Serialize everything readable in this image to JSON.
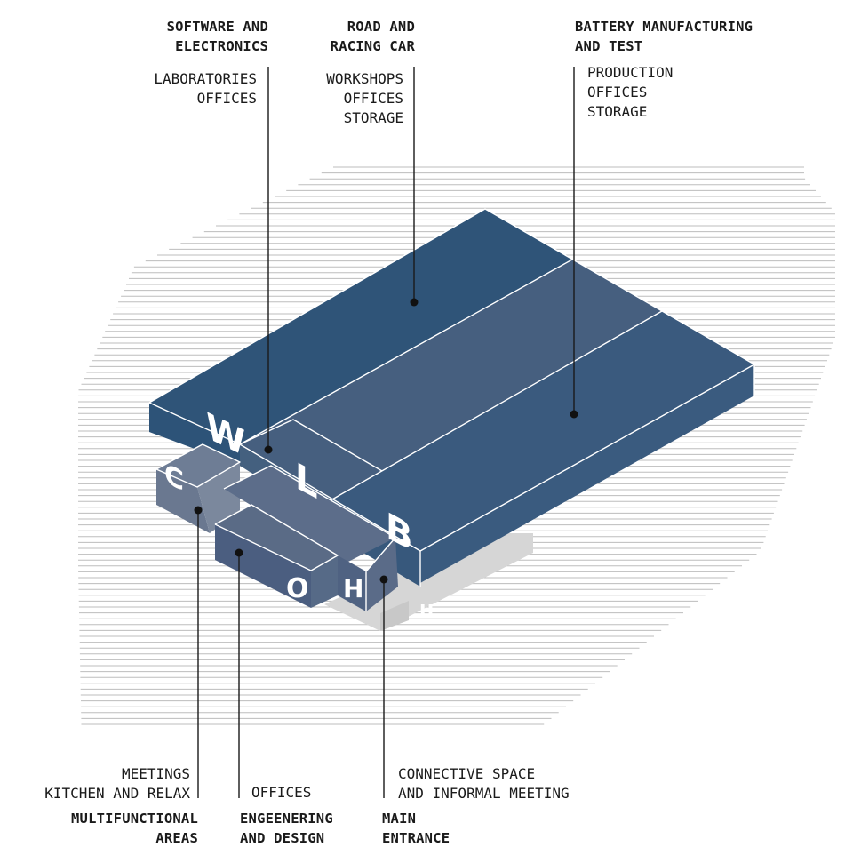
{
  "blocks": {
    "w": {
      "letter": "W",
      "top": "#2f5478",
      "front": "#2d5378",
      "side": "#2b4f73"
    },
    "l": {
      "letter": "L",
      "top": "#465f7f",
      "front": "#44607f"
    },
    "b": {
      "letter": "B",
      "top": "#3a5a7e",
      "front": "#37587c",
      "side": "#3a5b7f"
    },
    "c": {
      "letter": "C",
      "top": "#6e7d95",
      "front": "#6a7890",
      "side": "#7b889d"
    },
    "h": {
      "letter": "H",
      "top": "#5c6d8a",
      "front": "#4f6282",
      "side": "#5a6b88"
    },
    "o": {
      "letter": "O",
      "top": "#5a6b86",
      "front": "#4b5e80",
      "side": "#566a87"
    },
    "u": {
      "letter": "U",
      "color": "#d6d6d6"
    }
  },
  "labels": {
    "software": {
      "title": [
        "SOFTWARE AND",
        "ELECTRONICS"
      ],
      "items": [
        "LABORATORIES",
        "OFFICES"
      ]
    },
    "road": {
      "title": [
        "ROAD AND",
        "RACING CAR"
      ],
      "items": [
        "WORKSHOPS",
        "OFFICES",
        "STORAGE"
      ]
    },
    "battery": {
      "title": [
        "BATTERY MANUFACTURING",
        "AND TEST"
      ],
      "items": [
        "PRODUCTION",
        "OFFICES",
        "STORAGE"
      ]
    },
    "multifunctional": {
      "items": [
        "MEETINGS",
        "KITCHEN AND RELAX"
      ],
      "title": [
        "MULTIFUNCTIONAL",
        "AREAS"
      ]
    },
    "engineering": {
      "items": [
        "OFFICES"
      ],
      "title": [
        "ENGEENERING",
        "AND DESIGN"
      ]
    },
    "main": {
      "items": [
        "CONNECTIVE SPACE",
        "AND INFORMAL MEETING"
      ],
      "title": [
        "MAIN",
        "ENTRANCE"
      ]
    }
  }
}
